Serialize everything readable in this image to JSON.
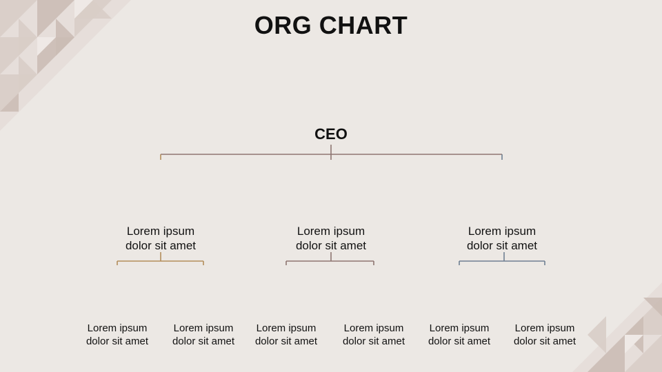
{
  "title": "ORG CHART",
  "ceo": {
    "label": "CEO",
    "icon": "man-icon"
  },
  "colors": {
    "background": "#ece8e4",
    "deco": "#d8cdc6",
    "gold": "#b38d5a",
    "mauve": "#8e7470",
    "slate": "#6e7e92"
  },
  "departments": [
    {
      "theme": "gold",
      "head": {
        "line1": "Lorem ipsum",
        "line2": "dolor sit amet",
        "icon": "woman-icon"
      },
      "members": [
        {
          "line1": "Lorem ipsum",
          "line2": "dolor sit amet",
          "icon": "woman-icon"
        },
        {
          "line1": "Lorem ipsum",
          "line2": "dolor sit amet",
          "icon": "man-icon"
        }
      ]
    },
    {
      "theme": "mauve",
      "head": {
        "line1": "Lorem ipsum",
        "line2": "dolor sit amet",
        "icon": "man-icon"
      },
      "members": [
        {
          "line1": "Lorem ipsum",
          "line2": "dolor sit amet",
          "icon": "man-icon"
        },
        {
          "line1": "Lorem ipsum",
          "line2": "dolor sit amet",
          "icon": "man-icon"
        }
      ]
    },
    {
      "theme": "slate",
      "head": {
        "line1": "Lorem ipsum",
        "line2": "dolor sit amet",
        "icon": "woman-icon"
      },
      "members": [
        {
          "line1": "Lorem ipsum",
          "line2": "dolor sit amet",
          "icon": "woman-icon"
        },
        {
          "line1": "Lorem ipsum",
          "line2": "dolor sit amet",
          "icon": "man-icon"
        }
      ]
    }
  ]
}
